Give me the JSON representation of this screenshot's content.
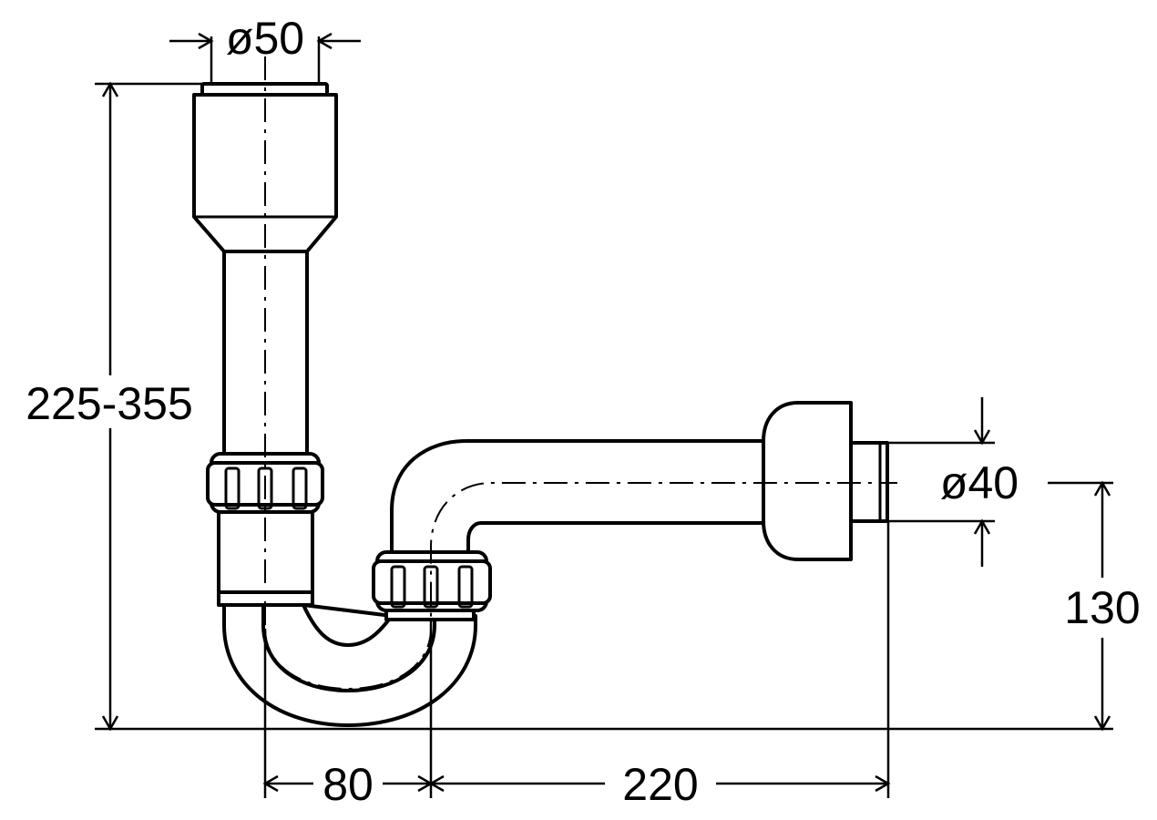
{
  "dimensions": {
    "top_diameter": "ø50",
    "outlet_diameter": "ø40",
    "height_range": "225-355",
    "outlet_height": "130",
    "trap_offset": "80",
    "outlet_length": "220"
  },
  "colors": {
    "line": "#000000",
    "background": "#ffffff"
  }
}
